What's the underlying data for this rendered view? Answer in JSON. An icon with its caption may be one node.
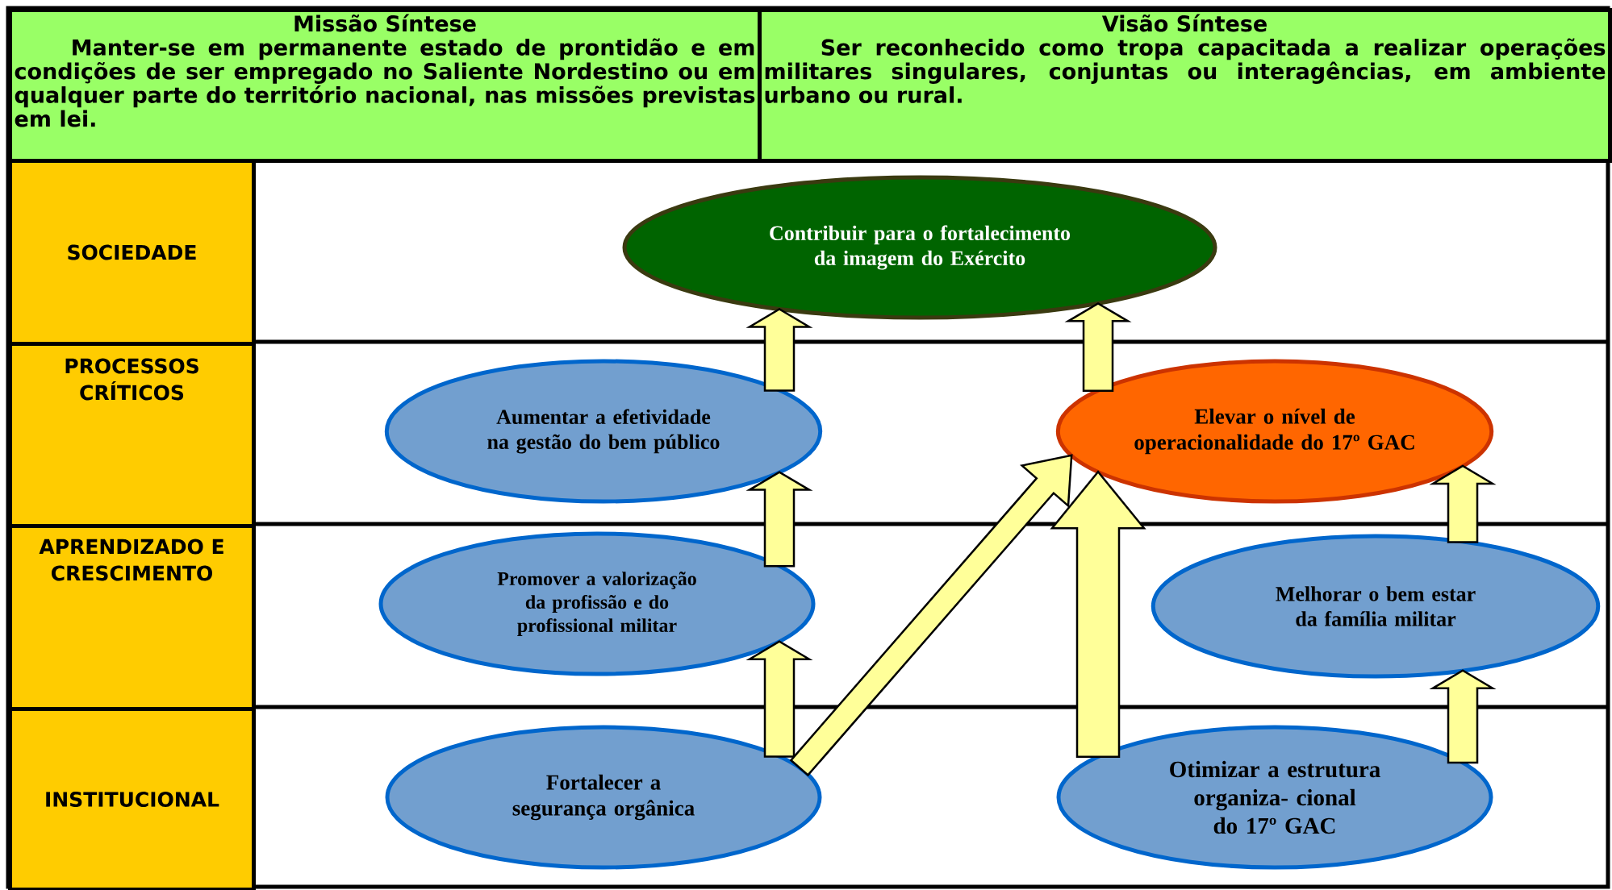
{
  "diagram": {
    "nodes": [
      {
        "text": [
          "Missão Síntese",
          "Manter-se em permanente estado de prontidão e em condições de ser empregado no Saliente Nordestino ou em qualquer parte do território nacional, nas missões previstas em lei."
        ]
      },
      {
        "text": [
          "Visão Síntese",
          "Ser reconhecido como tropa capacitada a realizar operações militares singulares, conjuntas ou interagências, em ambiente urbano ou rural."
        ]
      },
      {
        "text": [
          "SOCIEDADE"
        ]
      },
      {
        "text": [
          "PROCESSOS CRÍTICOS"
        ]
      },
      {
        "text": [
          "APRENDIZADO E CRESCIMENTO"
        ]
      },
      {
        "text": [
          "INSTITUCIONAL"
        ]
      },
      {
        "text": [
          "Contribuir para o fortalecimento da imagem do Exército"
        ]
      },
      {
        "text": [
          "Aumentar a efetividade na gestão do bem público"
        ]
      },
      {
        "text": [
          "Elevar o nível de operacionalidade do 17º GAC"
        ]
      },
      {
        "text": [
          "Promover a valorização da profissão e do profissional militar"
        ]
      },
      {
        "text": [
          "Melhorar o bem estar da família militar"
        ]
      },
      {
        "text": [
          "Fortalecer a segurança orgânica"
        ]
      },
      {
        "text": [
          "Otimizar a estrutura organiza- cional do 17º GAC"
        ]
      }
    ],
    "edges": [
      {
        "from": 7,
        "to": 6,
        "arrow": "to"
      },
      {
        "from": 8,
        "to": 6,
        "arrow": "to"
      },
      {
        "from": 9,
        "to": 7,
        "arrow": "to"
      },
      {
        "from": 11,
        "to": 9,
        "arrow": "to"
      },
      {
        "from": 11,
        "to": 8,
        "arrow": "to"
      },
      {
        "from": 12,
        "to": 8,
        "arrow": "to"
      },
      {
        "from": 10,
        "to": 8,
        "arrow": "to"
      },
      {
        "from": 12,
        "to": 10,
        "arrow": "to"
      }
    ]
  }
}
